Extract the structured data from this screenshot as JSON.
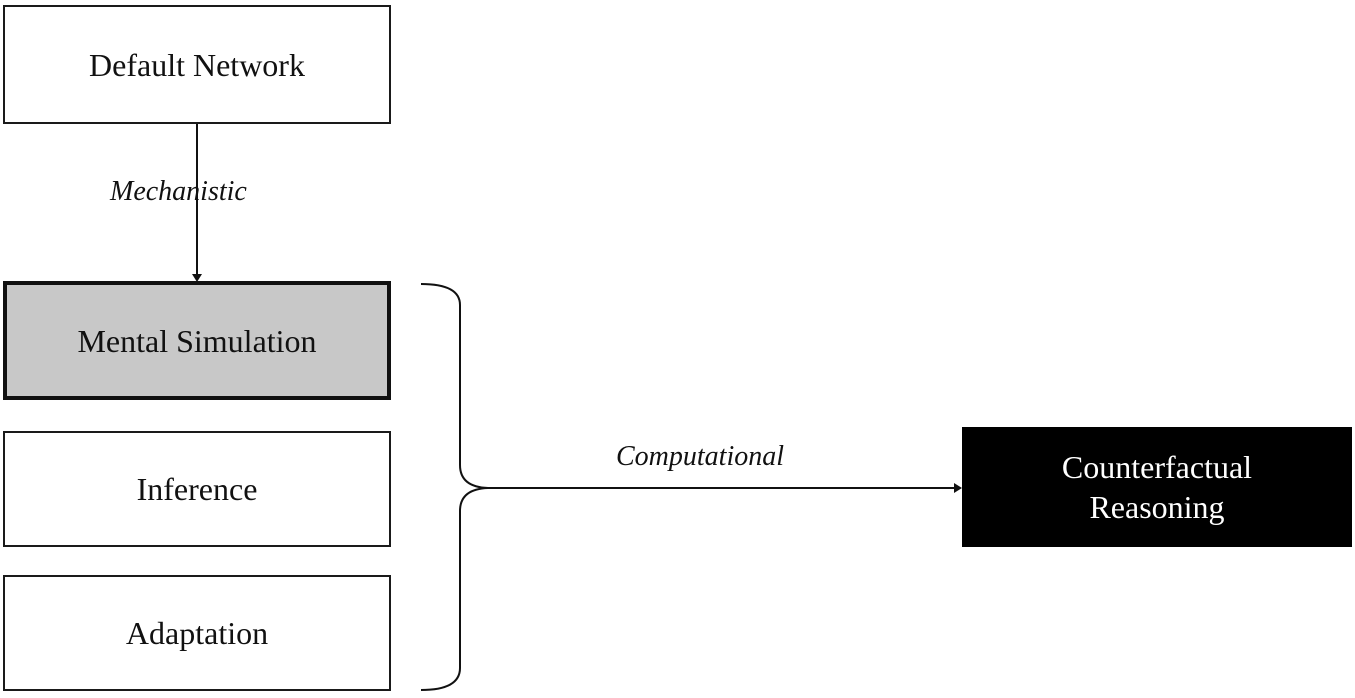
{
  "nodes": {
    "default_network": "Default Network",
    "mental_simulation": "Mental Simulation",
    "inference": "Inference",
    "adaptation": "Adaptation",
    "counterfactual_line1": "Counterfactual",
    "counterfactual_line2": "Reasoning"
  },
  "edges": {
    "mechanistic": "Mechanistic",
    "computational": "Computational"
  },
  "colors": {
    "highlight_fill": "#c8c8c8",
    "target_fill": "#000000",
    "target_text": "#ffffff"
  }
}
